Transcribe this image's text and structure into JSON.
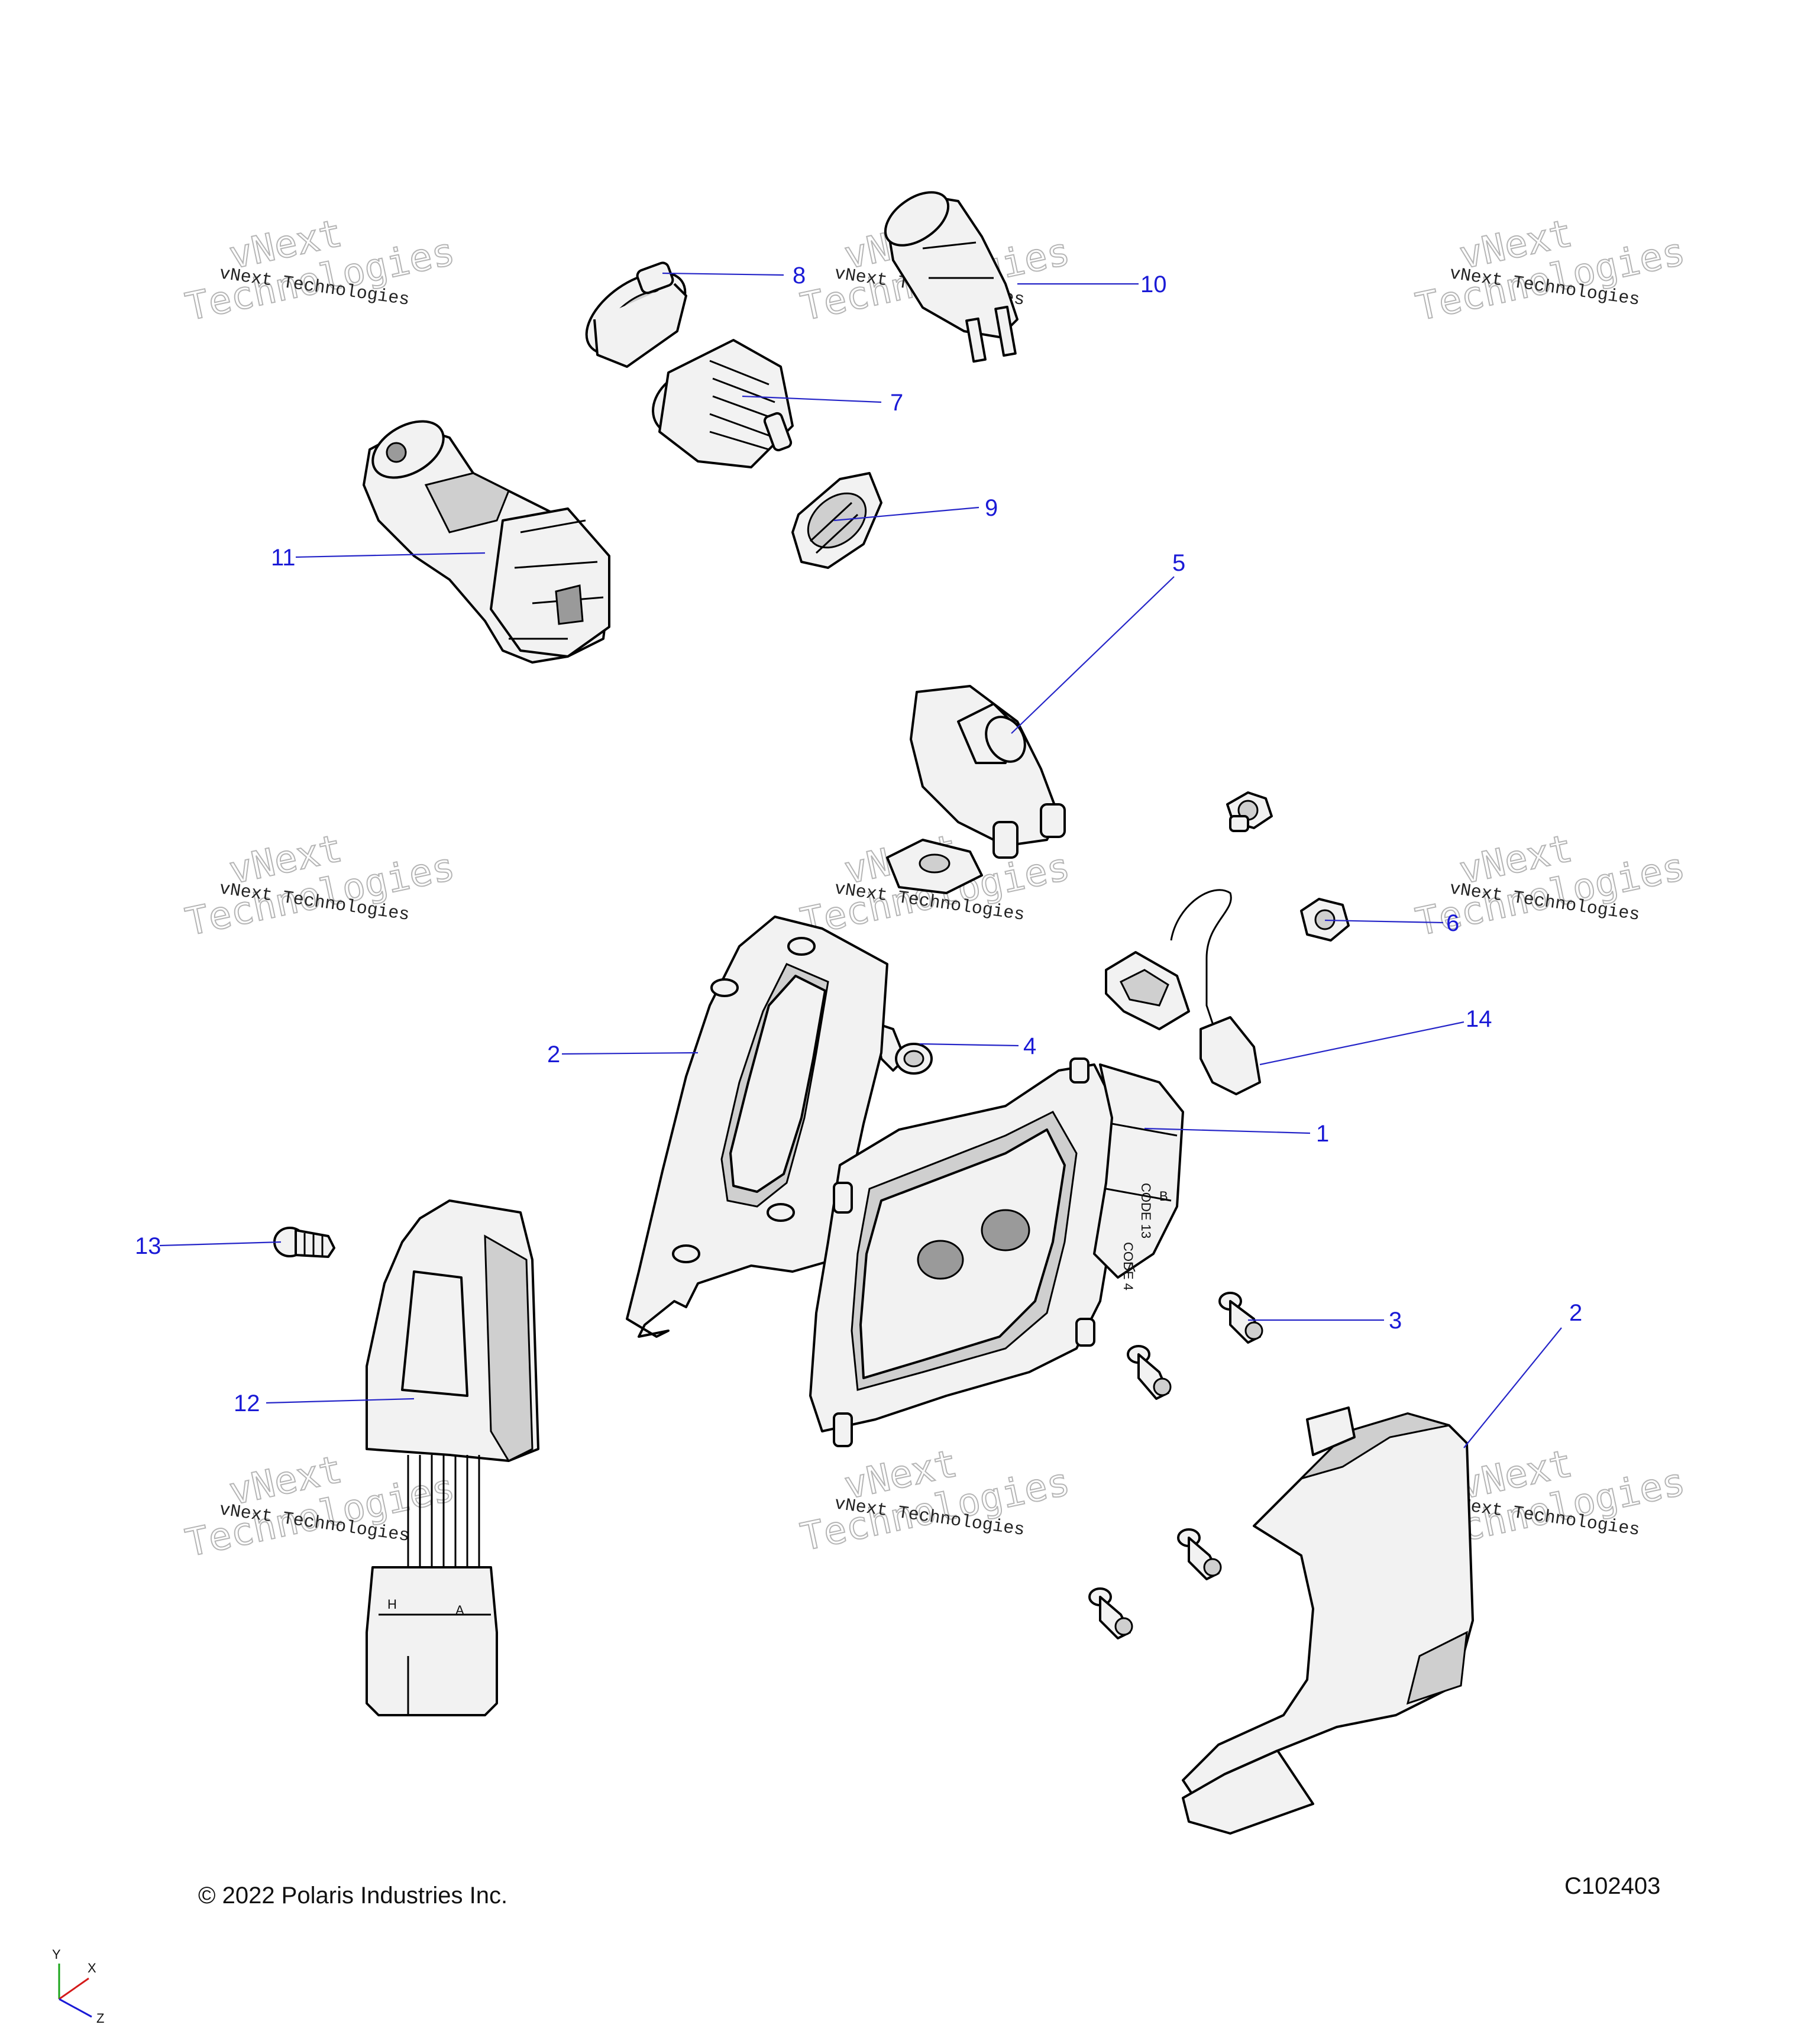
{
  "copyright": "© 2022 Polaris Industries Inc.",
  "figure_code": "C102403",
  "watermark": {
    "line1": "vNext Technologies",
    "line2a": "vNext",
    "line2b": "Technologies"
  },
  "callouts": [
    "1",
    "2",
    "3",
    "4",
    "5",
    "6",
    "7",
    "8",
    "9",
    "10",
    "11",
    "12",
    "13",
    "14",
    "2"
  ],
  "ecu_labels": {
    "code_a": "CODE 13",
    "code_b": "CODE 4",
    "b": "B",
    "a": "A"
  },
  "connector_labels": {
    "left": "H",
    "right": "A"
  },
  "axes": {
    "y": "Y",
    "x": "X",
    "z": "Z"
  },
  "colors": {
    "callout": "#1a1ad6",
    "leader": "#2525c8",
    "part_fill": "#f2f2f2",
    "outline": "#000000"
  }
}
